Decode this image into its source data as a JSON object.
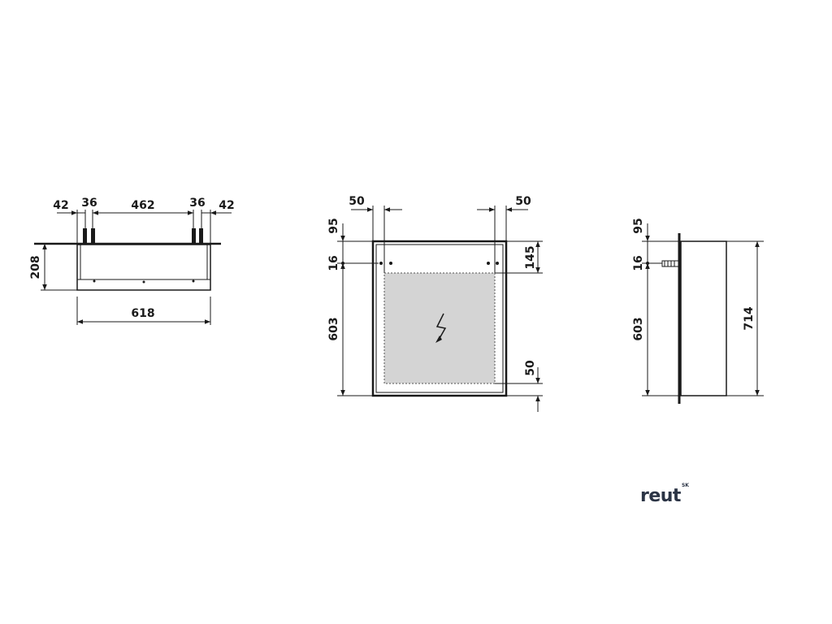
{
  "top_view": {
    "dims": {
      "left_offset": "42",
      "left_anchor": "36",
      "anchor_span": "462",
      "right_anchor": "36",
      "right_offset": "42",
      "depth": "208",
      "width": "618"
    }
  },
  "front_view": {
    "dims": {
      "left_margin": "50",
      "right_margin": "50",
      "top_offset": "95",
      "anchor_offset": "16",
      "height": "603",
      "top_to_mirror": "145",
      "bottom_margin": "50"
    }
  },
  "side_view": {
    "dims": {
      "top_offset": "95",
      "anchor_offset": "16",
      "height": "603",
      "total_height": "714"
    }
  },
  "logo": {
    "text": "reut",
    "suffix": "SK"
  },
  "colors": {
    "line": "#1a1a1a",
    "mirror_fill": "#d4d4d4",
    "logo": "#2b3445"
  }
}
